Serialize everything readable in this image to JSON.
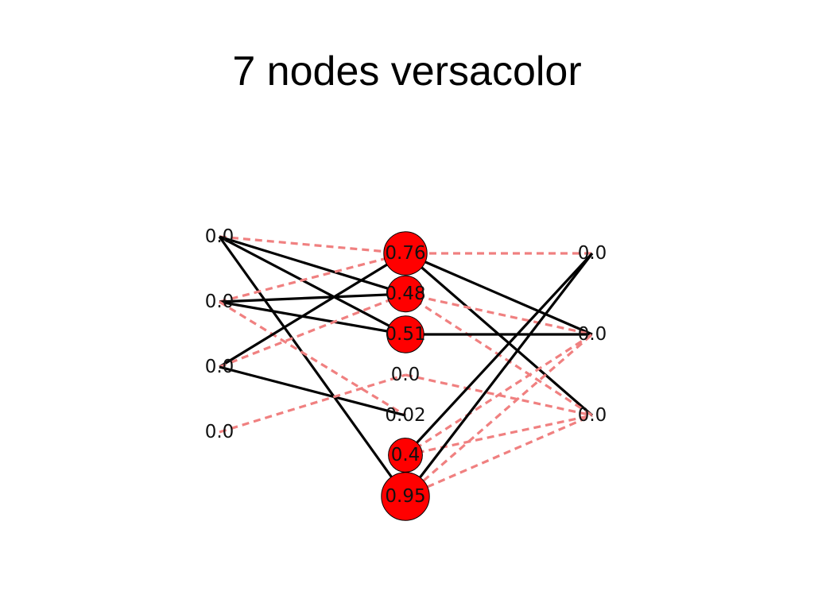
{
  "slide": {
    "title": "7 nodes versacolor"
  },
  "network": {
    "colors": {
      "node_fill": "#ff0000",
      "positive_edge": "#000000",
      "negative_edge": "#f08080"
    },
    "layers": [
      {
        "nodes": [
          {
            "id": "i0",
            "label": "0.0",
            "activation": 0.0
          },
          {
            "id": "i1",
            "label": "0.0",
            "activation": 0.0
          },
          {
            "id": "i2",
            "label": "0.0",
            "activation": 0.0
          },
          {
            "id": "i3",
            "label": "0.0",
            "activation": 0.0
          }
        ]
      },
      {
        "nodes": [
          {
            "id": "h0",
            "label": "0.76",
            "activation": 0.76
          },
          {
            "id": "h1",
            "label": "0.48",
            "activation": 0.48
          },
          {
            "id": "h2",
            "label": "0.51",
            "activation": 0.51
          },
          {
            "id": "h3",
            "label": "0.0",
            "activation": 0.0
          },
          {
            "id": "h4",
            "label": "0.02",
            "activation": 0.02
          },
          {
            "id": "h5",
            "label": "0.4",
            "activation": 0.4
          },
          {
            "id": "h6",
            "label": "0.95",
            "activation": 0.95
          }
        ]
      },
      {
        "nodes": [
          {
            "id": "o0",
            "label": "0.0",
            "activation": 0.0
          },
          {
            "id": "o1",
            "label": "0.0",
            "activation": 0.0
          },
          {
            "id": "o2",
            "label": "0.0",
            "activation": 0.0
          }
        ]
      }
    ],
    "edges": [
      {
        "from": "i0",
        "to": "h0",
        "sign": "negative"
      },
      {
        "from": "i0",
        "to": "h1",
        "sign": "positive"
      },
      {
        "from": "i0",
        "to": "h2",
        "sign": "positive"
      },
      {
        "from": "i0",
        "to": "h6",
        "sign": "positive"
      },
      {
        "from": "i1",
        "to": "h0",
        "sign": "negative"
      },
      {
        "from": "i1",
        "to": "h1",
        "sign": "positive"
      },
      {
        "from": "i1",
        "to": "h2",
        "sign": "positive"
      },
      {
        "from": "i1",
        "to": "h4",
        "sign": "negative"
      },
      {
        "from": "i2",
        "to": "h0",
        "sign": "positive"
      },
      {
        "from": "i2",
        "to": "h1",
        "sign": "negative"
      },
      {
        "from": "i2",
        "to": "h4",
        "sign": "positive"
      },
      {
        "from": "i3",
        "to": "h3",
        "sign": "negative"
      },
      {
        "from": "h0",
        "to": "o0",
        "sign": "negative"
      },
      {
        "from": "h0",
        "to": "o1",
        "sign": "positive"
      },
      {
        "from": "h0",
        "to": "o2",
        "sign": "positive"
      },
      {
        "from": "h1",
        "to": "o1",
        "sign": "negative"
      },
      {
        "from": "h1",
        "to": "o2",
        "sign": "negative"
      },
      {
        "from": "h2",
        "to": "o1",
        "sign": "positive"
      },
      {
        "from": "h3",
        "to": "o2",
        "sign": "negative"
      },
      {
        "from": "h5",
        "to": "o0",
        "sign": "positive"
      },
      {
        "from": "h5",
        "to": "o1",
        "sign": "negative"
      },
      {
        "from": "h5",
        "to": "o2",
        "sign": "negative"
      },
      {
        "from": "h6",
        "to": "o0",
        "sign": "positive"
      },
      {
        "from": "h6",
        "to": "o1",
        "sign": "negative"
      },
      {
        "from": "h6",
        "to": "o2",
        "sign": "negative"
      }
    ]
  }
}
